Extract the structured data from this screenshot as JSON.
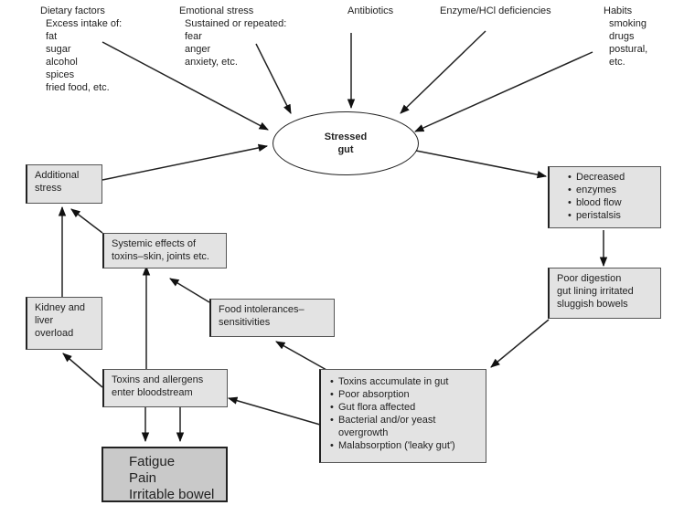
{
  "causes": {
    "dietary": {
      "title": "Dietary factors",
      "lines": [
        "Excess intake of:",
        "fat",
        "sugar",
        "alcohol",
        "spices",
        "fried food, etc."
      ]
    },
    "emotional": {
      "title": "Emotional stress",
      "lines": [
        "Sustained or repeated:",
        "fear",
        "anger",
        "anxiety, etc."
      ]
    },
    "antibiotics": {
      "title": "Antibiotics"
    },
    "enzyme": {
      "title": "Enzyme/HCl deficiencies"
    },
    "habits": {
      "title": "Habits",
      "lines": [
        "smoking",
        "drugs",
        "postural,",
        "etc."
      ]
    }
  },
  "center": {
    "line1": "Stressed",
    "line2": "gut"
  },
  "boxes": {
    "additional_stress": [
      "Additional",
      "stress"
    ],
    "decreased": {
      "title": "Decreased",
      "items": [
        "enzymes",
        "blood flow",
        "peristalsis"
      ]
    },
    "poor_digestion": [
      "Poor digestion",
      "gut lining irritated",
      "sluggish bowels"
    ],
    "systemic_effects": [
      "Systemic effects of",
      "toxins–skin, joints etc."
    ],
    "kidney_liver": [
      "Kidney and",
      "liver",
      "overload"
    ],
    "food_intolerances": [
      "Food intolerances–",
      "sensitivities"
    ],
    "toxins_bloodstream": [
      "Toxins and allergens",
      "enter bloodstream"
    ],
    "gut_effects": [
      "Toxins accumulate in gut",
      "Poor absorption",
      "Gut flora affected",
      "Bacterial and/or yeast",
      "overgrowth",
      "Malabsorption ('leaky gut')"
    ],
    "symptoms": [
      "Fatigue",
      "Pain",
      "Irritable bowel"
    ]
  },
  "colors": {
    "box_fill": "#e3e3e3",
    "symptom_fill": "#c9c9c9",
    "stroke": "#222222"
  }
}
